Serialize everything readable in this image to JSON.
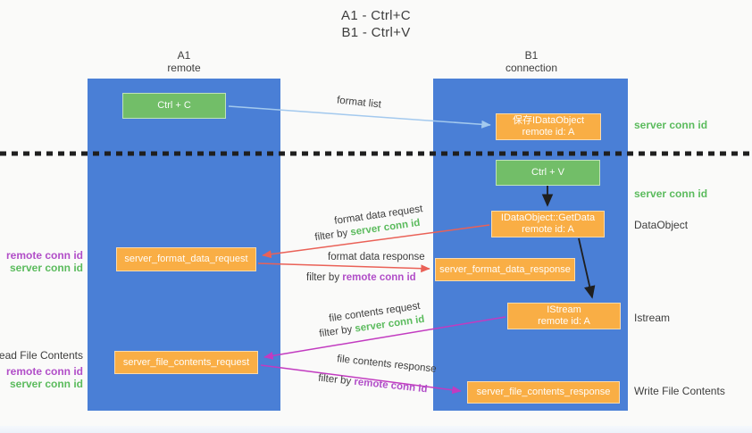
{
  "title": {
    "line1": "A1 - Ctrl+C",
    "line2": "B1 - Ctrl+V"
  },
  "lanes": [
    {
      "name": "A1",
      "subtitle": "remote"
    },
    {
      "name": "B1",
      "subtitle": "connection"
    }
  ],
  "nodes": {
    "ctrl_c": {
      "label": "Ctrl + C"
    },
    "ctrl_v": {
      "label": "Ctrl + V"
    },
    "save_idataobject": {
      "line1": "保存IDataObject",
      "line2": "remote id: A"
    },
    "idataobject_getdata": {
      "line1": "IDataObject::GetData",
      "line2": "remote id: A"
    },
    "istream": {
      "line1": "IStream",
      "line2": "remote id: A"
    },
    "server_format_data_request": {
      "label": "server_format_data_request"
    },
    "server_format_data_response": {
      "label": "server_format_data_response"
    },
    "server_file_contents_request": {
      "label": "server_file_contents_request"
    },
    "server_file_contents_response": {
      "label": "server_file_contents_response"
    }
  },
  "labels": {
    "format_list": "format list",
    "format_data_request": "format data request",
    "format_data_response": "format data response",
    "file_contents_request": "file contents request",
    "file_contents_response": "file contents response",
    "filter_by": "filter by",
    "server_conn_id": "server conn id",
    "remote_conn_id": "remote conn id",
    "dataobject": "DataObject",
    "istream": "Istream",
    "read_file_contents": "Read File Contents",
    "write_file_contents": "Write File Contents"
  },
  "colors": {
    "lane_blue": "#4A7FD6",
    "box_orange": "#F9AE45",
    "box_green": "#72BE68",
    "text_green": "#5BBB5D",
    "text_purple": "#B14EC8",
    "arrow_red": "#EA6157",
    "arrow_magenta": "#C23BC0",
    "arrow_blue": "#A3C9EE",
    "arrow_black": "#1F1F1F",
    "text_dark": "#3D3D3D",
    "background": "#FAFAF9"
  }
}
